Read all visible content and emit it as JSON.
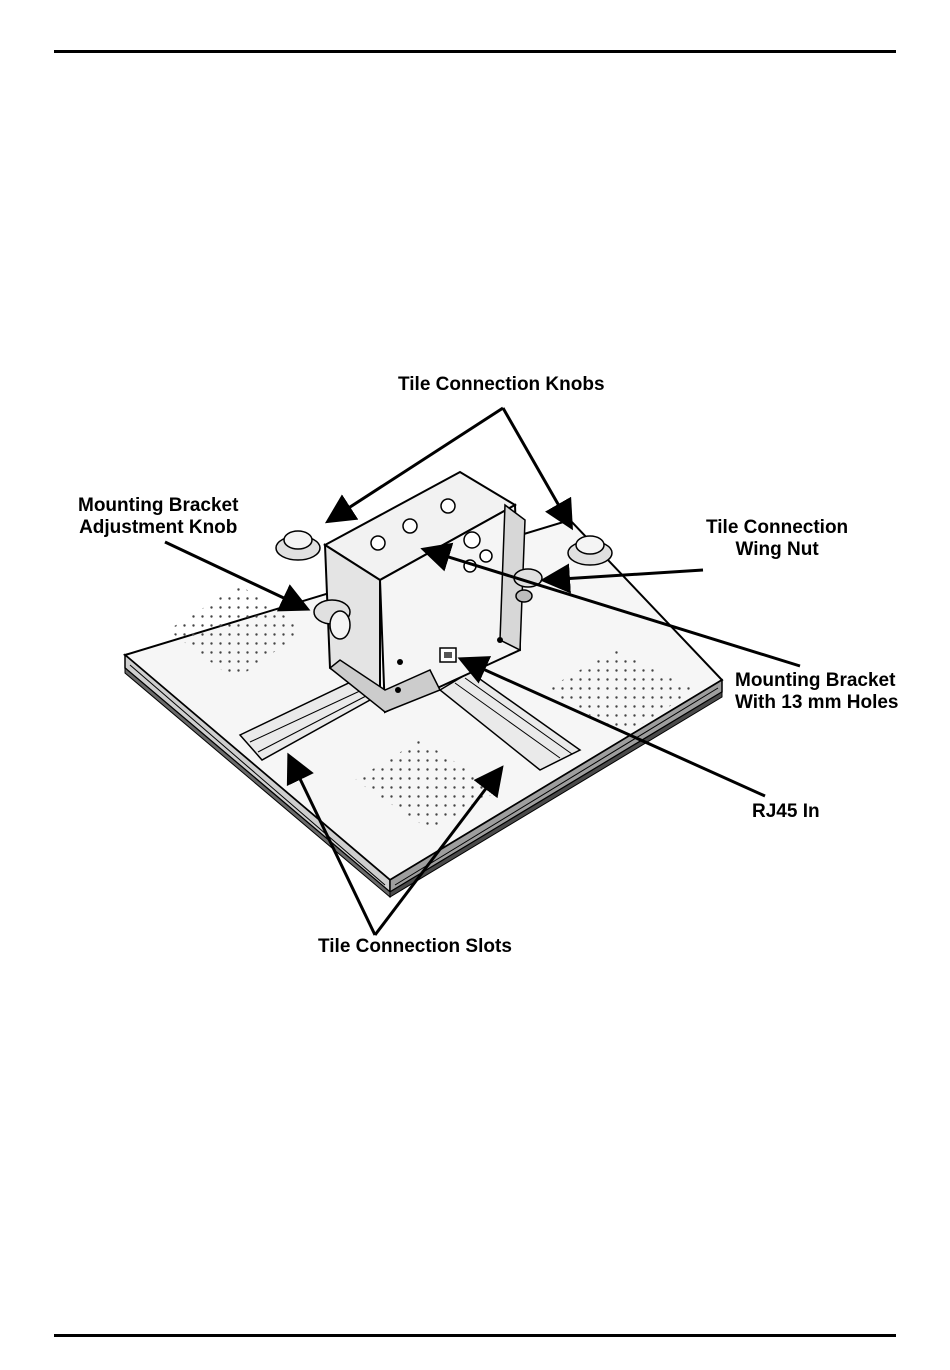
{
  "callouts": {
    "tile_connection_knobs": "Tile Connection Knobs",
    "mounting_bracket_adjustment_knob": [
      "Mounting Bracket",
      "Adjustment Knob"
    ],
    "tile_connection_wing_nut": [
      "Tile Connection",
      "Wing Nut"
    ],
    "mounting_bracket_with_holes": [
      "Mounting Bracket",
      "With 13 mm Holes"
    ],
    "rj45_in": "RJ45 In",
    "tile_connection_slots": "Tile Connection Slots"
  },
  "colors": {
    "ink": "#000000",
    "paper": "#ffffff",
    "panel": "#f4f4f4",
    "shade": "#d9d9d9"
  }
}
